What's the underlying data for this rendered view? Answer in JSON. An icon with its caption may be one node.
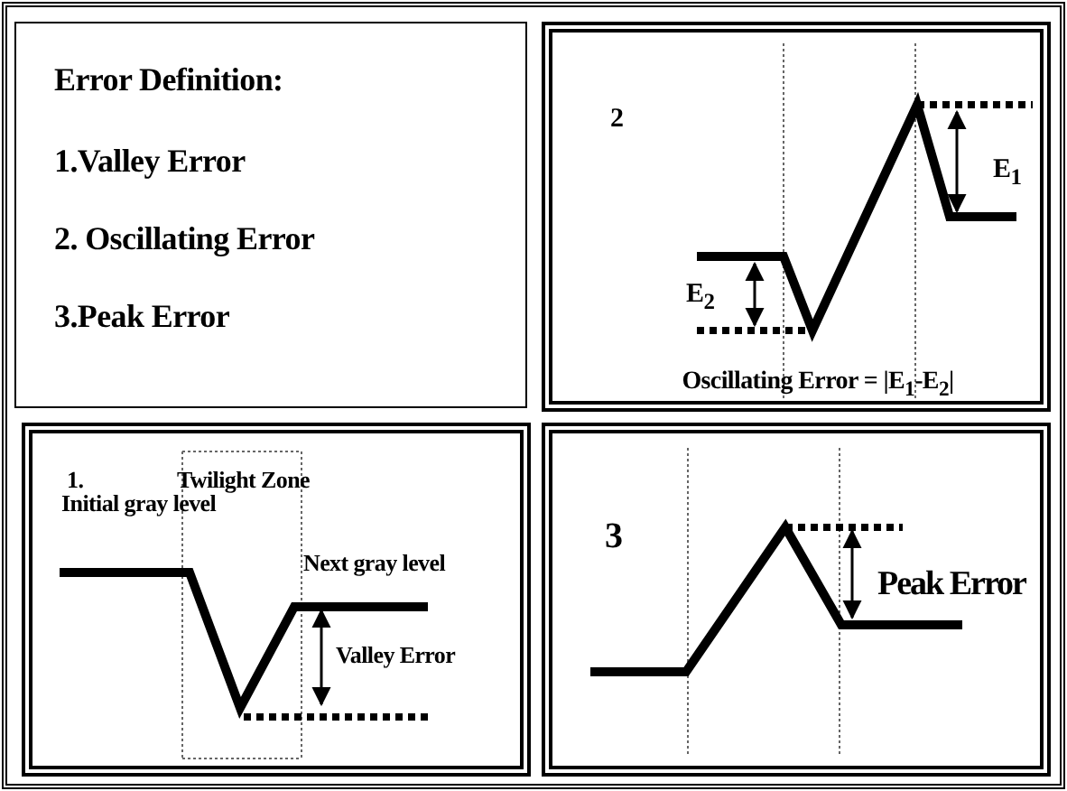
{
  "diagram": {
    "nodes": [
      {
        "text": [
          "Error Definition:",
          "1.Valley Error",
          "2. Oscillating Error",
          "3.Peak Error"
        ]
      },
      {
        "text": [
          "2",
          "E$_{1}$",
          "E$_{2}$",
          "Oscillating Error = |E$_{1}$-E$_{2}$|"
        ]
      },
      {
        "text": [
          "1.",
          "Twilight Zone",
          "Initial gray level",
          "Next gray level",
          "Valley Error"
        ]
      },
      {
        "text": [
          "3",
          "Peak Error"
        ]
      }
    ]
  }
}
